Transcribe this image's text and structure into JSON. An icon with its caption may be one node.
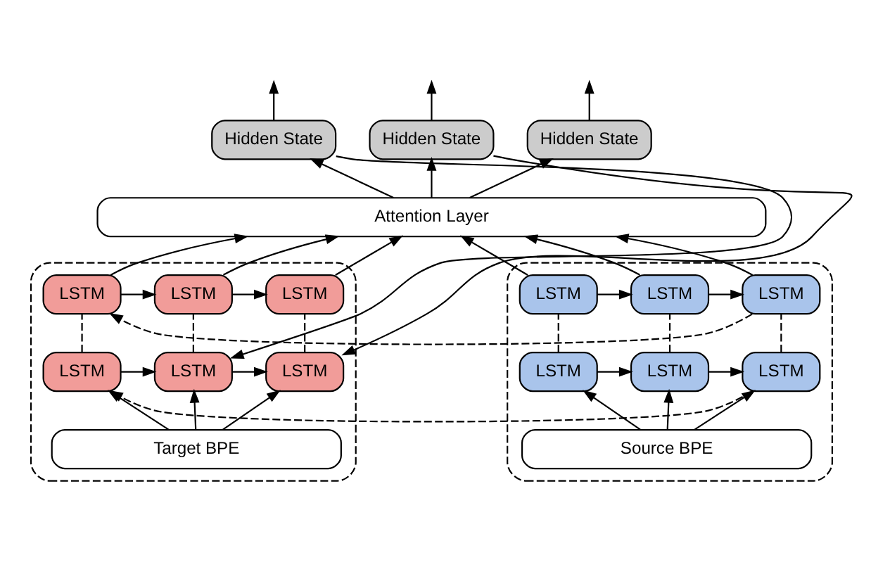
{
  "diagram": {
    "nodes": [
      {
        "text": [
          "Attention Layer"
        ]
      },
      {
        "text": [
          "Hidden State"
        ]
      },
      {
        "text": [
          "Hidden State"
        ]
      },
      {
        "text": [
          "Hidden State"
        ]
      },
      {
        "text": [],
        "shape": "box"
      },
      {
        "text": [],
        "shape": "box"
      },
      {
        "text": [
          "LSTM"
        ],
        "in": 4
      },
      {
        "text": [
          "LSTM"
        ],
        "in": 4
      },
      {
        "text": [
          "LSTM"
        ],
        "in": 4
      },
      {
        "text": [
          "LSTM"
        ],
        "in": 4
      },
      {
        "text": [
          "LSTM"
        ],
        "in": 4
      },
      {
        "text": [
          "LSTM"
        ],
        "in": 4
      },
      {
        "text": [
          "Source BPE"
        ],
        "in": 4
      },
      {
        "text": [
          "LSTM"
        ],
        "in": 5
      },
      {
        "text": [
          "LSTM"
        ],
        "in": 5
      },
      {
        "text": [
          "LSTM"
        ],
        "in": 5
      },
      {
        "text": [
          "LSTM"
        ],
        "in": 5
      },
      {
        "text": [
          "LSTM"
        ],
        "in": 5
      },
      {
        "text": [
          "LSTM"
        ],
        "in": 5
      },
      {
        "text": [
          "Target BPE"
        ],
        "in": 5
      }
    ],
    "edges": [
      {
        "from": 12,
        "to": 9,
        "arrow": "to"
      },
      {
        "from": 12,
        "to": 10,
        "arrow": "to"
      },
      {
        "from": 12,
        "to": 11,
        "arrow": "to"
      },
      {
        "from": 19,
        "to": 16,
        "arrow": "to"
      },
      {
        "from": 19,
        "to": 17,
        "arrow": "to"
      },
      {
        "from": 19,
        "to": 18,
        "arrow": "to"
      },
      {
        "from": 9,
        "to": 10,
        "arrow": "to"
      },
      {
        "from": 10,
        "to": 11,
        "arrow": "to"
      },
      {
        "from": 11,
        "to": 16,
        "arrow": "to",
        "style": "dashed"
      },
      {
        "from": 16,
        "to": 17,
        "arrow": "to"
      },
      {
        "from": 17,
        "to": 18,
        "arrow": "to"
      },
      {
        "from": 6,
        "to": 7,
        "arrow": "to"
      },
      {
        "from": 7,
        "to": 8,
        "arrow": "to"
      },
      {
        "from": 8,
        "to": 13,
        "arrow": "to",
        "style": "dashed"
      },
      {
        "from": 13,
        "to": 14,
        "arrow": "to"
      },
      {
        "from": 14,
        "to": 15,
        "arrow": "to"
      },
      {
        "from": 9,
        "to": 6,
        "arrow": "none",
        "style": "dashed"
      },
      {
        "from": 10,
        "to": 7,
        "arrow": "none",
        "style": "dashed"
      },
      {
        "from": 11,
        "to": 8,
        "arrow": "none",
        "style": "dashed"
      },
      {
        "from": 16,
        "to": 13,
        "arrow": "none",
        "style": "dashed"
      },
      {
        "from": 17,
        "to": 14,
        "arrow": "none",
        "style": "dashed"
      },
      {
        "from": 18,
        "to": 15,
        "arrow": "none",
        "style": "dashed"
      },
      {
        "from": 6,
        "to": 0,
        "arrow": "to"
      },
      {
        "from": 7,
        "to": 0,
        "arrow": "to"
      },
      {
        "from": 8,
        "to": 0,
        "arrow": "to"
      },
      {
        "from": 13,
        "to": 0,
        "arrow": "to"
      },
      {
        "from": 14,
        "to": 0,
        "arrow": "to"
      },
      {
        "from": 15,
        "to": 0,
        "arrow": "to"
      },
      {
        "from": 0,
        "to": 1,
        "arrow": "to"
      },
      {
        "from": 0,
        "to": 2,
        "arrow": "to"
      },
      {
        "from": 0,
        "to": 3,
        "arrow": "to"
      },
      {
        "from": 1,
        "to": 17,
        "arrow": "to"
      },
      {
        "from": 2,
        "to": 18,
        "arrow": "to"
      },
      {
        "from": 1,
        "to": null,
        "arrow": "to"
      },
      {
        "from": 2,
        "to": null,
        "arrow": "to"
      },
      {
        "from": 3,
        "to": null,
        "arrow": "to"
      }
    ]
  }
}
